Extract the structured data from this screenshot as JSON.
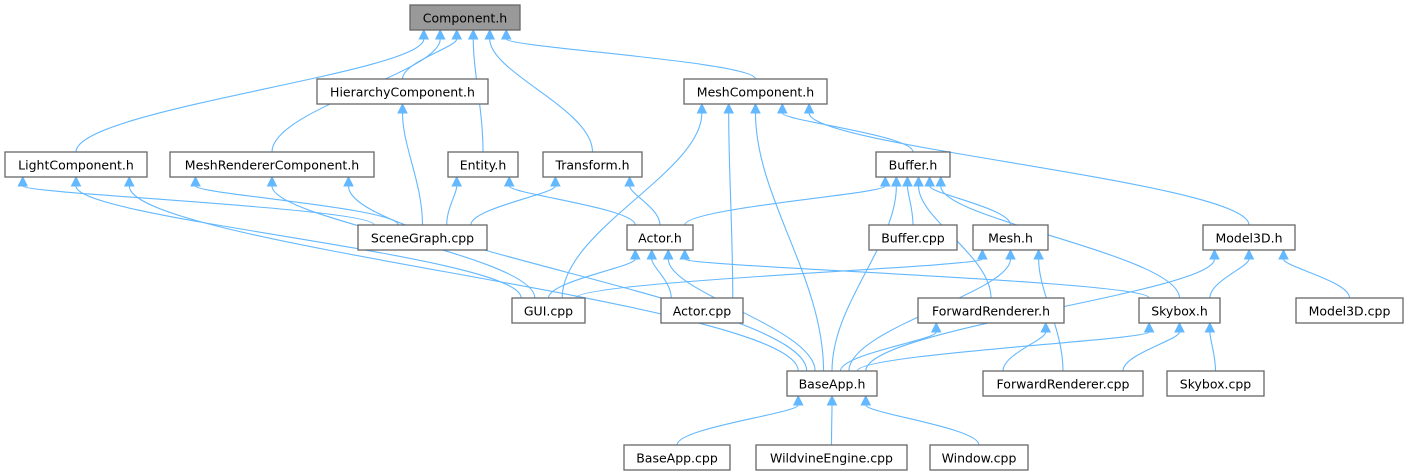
{
  "graph": {
    "title": "Component.h include dependency graph",
    "root": "component_h",
    "colors": {
      "edge": "#63b8ff",
      "node_border": "#666666",
      "root_fill": "#999999",
      "node_fill": "#ffffff"
    },
    "nodes": [
      {
        "id": "component_h",
        "label": "Component.h"
      },
      {
        "id": "hierarchycomponent_h",
        "label": "HierarchyComponent.h"
      },
      {
        "id": "meshcomponent_h",
        "label": "MeshComponent.h"
      },
      {
        "id": "lightcomponent_h",
        "label": "LightComponent.h"
      },
      {
        "id": "meshrenderercomponent_h",
        "label": "MeshRendererComponent.h"
      },
      {
        "id": "entity_h",
        "label": "Entity.h"
      },
      {
        "id": "transform_h",
        "label": "Transform.h"
      },
      {
        "id": "buffer_h",
        "label": "Buffer.h"
      },
      {
        "id": "scenegraph_cpp",
        "label": "SceneGraph.cpp"
      },
      {
        "id": "actor_h",
        "label": "Actor.h"
      },
      {
        "id": "buffer_cpp",
        "label": "Buffer.cpp"
      },
      {
        "id": "mesh_h",
        "label": "Mesh.h"
      },
      {
        "id": "model3d_h",
        "label": "Model3D.h"
      },
      {
        "id": "gui_cpp",
        "label": "GUI.cpp"
      },
      {
        "id": "actor_cpp",
        "label": "Actor.cpp"
      },
      {
        "id": "forwardrenderer_h",
        "label": "ForwardRenderer.h"
      },
      {
        "id": "skybox_h",
        "label": "Skybox.h"
      },
      {
        "id": "model3d_cpp",
        "label": "Model3D.cpp"
      },
      {
        "id": "baseapp_h",
        "label": "BaseApp.h"
      },
      {
        "id": "forwardrenderer_cpp",
        "label": "ForwardRenderer.cpp"
      },
      {
        "id": "skybox_cpp",
        "label": "Skybox.cpp"
      },
      {
        "id": "baseapp_cpp",
        "label": "BaseApp.cpp"
      },
      {
        "id": "wildvineengine_cpp",
        "label": "WildvineEngine.cpp"
      },
      {
        "id": "window_cpp",
        "label": "Window.cpp"
      }
    ],
    "edges": [
      {
        "from": "hierarchycomponent_h",
        "to": "component_h"
      },
      {
        "from": "meshcomponent_h",
        "to": "component_h"
      },
      {
        "from": "lightcomponent_h",
        "to": "component_h"
      },
      {
        "from": "meshrenderercomponent_h",
        "to": "component_h"
      },
      {
        "from": "entity_h",
        "to": "component_h"
      },
      {
        "from": "transform_h",
        "to": "component_h"
      },
      {
        "from": "scenegraph_cpp",
        "to": "hierarchycomponent_h"
      },
      {
        "from": "scenegraph_cpp",
        "to": "lightcomponent_h"
      },
      {
        "from": "scenegraph_cpp",
        "to": "meshrenderercomponent_h"
      },
      {
        "from": "scenegraph_cpp",
        "to": "entity_h"
      },
      {
        "from": "scenegraph_cpp",
        "to": "transform_h"
      },
      {
        "from": "gui_cpp",
        "to": "lightcomponent_h"
      },
      {
        "from": "gui_cpp",
        "to": "meshrenderercomponent_h"
      },
      {
        "from": "gui_cpp",
        "to": "meshcomponent_h"
      },
      {
        "from": "gui_cpp",
        "to": "actor_h"
      },
      {
        "from": "gui_cpp",
        "to": "mesh_h"
      },
      {
        "from": "baseapp_h",
        "to": "lightcomponent_h"
      },
      {
        "from": "baseapp_h",
        "to": "meshrenderercomponent_h"
      },
      {
        "from": "baseapp_h",
        "to": "meshcomponent_h"
      },
      {
        "from": "baseapp_h",
        "to": "actor_h"
      },
      {
        "from": "baseapp_h",
        "to": "buffer_h"
      },
      {
        "from": "baseapp_h",
        "to": "mesh_h"
      },
      {
        "from": "baseapp_h",
        "to": "forwardrenderer_h"
      },
      {
        "from": "baseapp_h",
        "to": "skybox_h"
      },
      {
        "from": "baseapp_h",
        "to": "model3d_h"
      },
      {
        "from": "actor_h",
        "to": "entity_h"
      },
      {
        "from": "actor_h",
        "to": "transform_h"
      },
      {
        "from": "actor_h",
        "to": "buffer_h"
      },
      {
        "from": "actor_cpp",
        "to": "actor_h"
      },
      {
        "from": "actor_cpp",
        "to": "meshcomponent_h"
      },
      {
        "from": "buffer_h",
        "to": "meshcomponent_h"
      },
      {
        "from": "model3d_h",
        "to": "meshcomponent_h"
      },
      {
        "from": "buffer_cpp",
        "to": "buffer_h"
      },
      {
        "from": "mesh_h",
        "to": "buffer_h"
      },
      {
        "from": "forwardrenderer_h",
        "to": "buffer_h"
      },
      {
        "from": "skybox_h",
        "to": "buffer_h"
      },
      {
        "from": "skybox_h",
        "to": "actor_h"
      },
      {
        "from": "skybox_h",
        "to": "model3d_h"
      },
      {
        "from": "model3d_cpp",
        "to": "model3d_h"
      },
      {
        "from": "forwardrenderer_cpp",
        "to": "forwardrenderer_h"
      },
      {
        "from": "forwardrenderer_cpp",
        "to": "mesh_h"
      },
      {
        "from": "forwardrenderer_cpp",
        "to": "skybox_h"
      },
      {
        "from": "skybox_cpp",
        "to": "skybox_h"
      },
      {
        "from": "baseapp_cpp",
        "to": "baseapp_h"
      },
      {
        "from": "wildvineengine_cpp",
        "to": "baseapp_h"
      },
      {
        "from": "window_cpp",
        "to": "baseapp_h"
      }
    ]
  }
}
